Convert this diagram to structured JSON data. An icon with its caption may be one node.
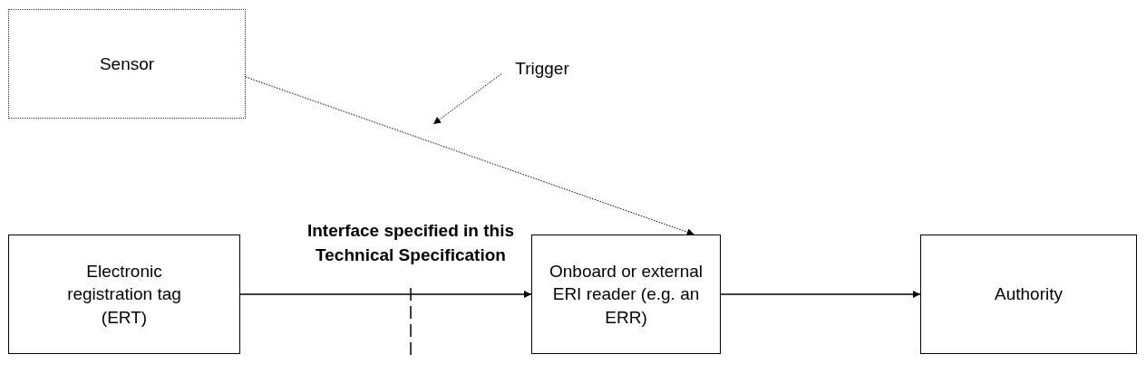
{
  "diagram": {
    "nodes": [
      {
        "text": [
          "Sensor"
        ]
      },
      {
        "text": [
          "Trigger"
        ]
      },
      {
        "text": [
          "Electronic registration tag (ERT)"
        ]
      },
      {
        "text": [
          "Onboard or external ERI reader (e.g. an ERR)"
        ]
      },
      {
        "text": [
          "Authority"
        ]
      }
    ],
    "edges": [
      {
        "from": 0,
        "to": 3,
        "arrow": "to",
        "style": "dashed"
      },
      {
        "from": 1,
        "to": null,
        "arrow": "to",
        "style": "dashed"
      },
      {
        "from": 2,
        "to": 3,
        "arrow": "to"
      },
      {
        "from": 3,
        "to": 4,
        "arrow": "to"
      }
    ],
    "labels": [
      "Interface specified in this Technical Specification"
    ]
  }
}
